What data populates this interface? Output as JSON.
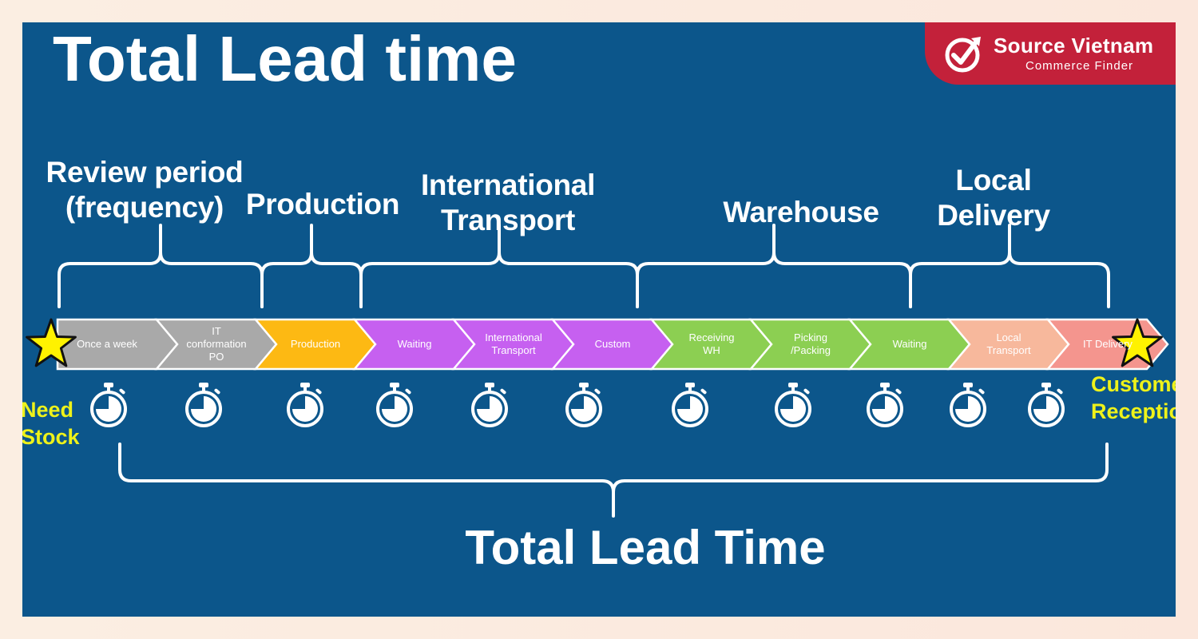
{
  "title": "Total Lead time",
  "logo": {
    "name": "Source Vietnam",
    "tagline": "Commerce Finder"
  },
  "colors": {
    "background": "#0c568b",
    "grey": "#a9a9a9",
    "production": "#fdb913",
    "purple": "#c660f0",
    "green": "#8ccf52",
    "peach": "#f7b89c",
    "salmon": "#f4958e",
    "star": "#fff200",
    "accent_red": "#c3213a"
  },
  "phases": [
    {
      "label": "Review period\n(frequency)"
    },
    {
      "label": "Production"
    },
    {
      "label": "International\nTransport"
    },
    {
      "label": "Warehouse"
    },
    {
      "label": "Local\nDelivery"
    }
  ],
  "steps": [
    {
      "label": "Once a week",
      "color": "grey"
    },
    {
      "label": "IT\nconformation\nPO",
      "color": "grey"
    },
    {
      "label": "Production",
      "color": "production"
    },
    {
      "label": "Waiting",
      "color": "purple"
    },
    {
      "label": "International\nTransport",
      "color": "purple"
    },
    {
      "label": "Custom",
      "color": "purple"
    },
    {
      "label": "Receiving\nWH",
      "color": "green"
    },
    {
      "label": "Picking\n/Packing",
      "color": "green"
    },
    {
      "label": "Waiting",
      "color": "green"
    },
    {
      "label": "Local\nTransport",
      "color": "peach"
    },
    {
      "label": "IT Delivery",
      "color": "salmon"
    }
  ],
  "timer_icon": "stopwatch-icon",
  "start_label": "Need\nStock",
  "end_label": "Customer\nReception",
  "total_label": "Total Lead Time"
}
